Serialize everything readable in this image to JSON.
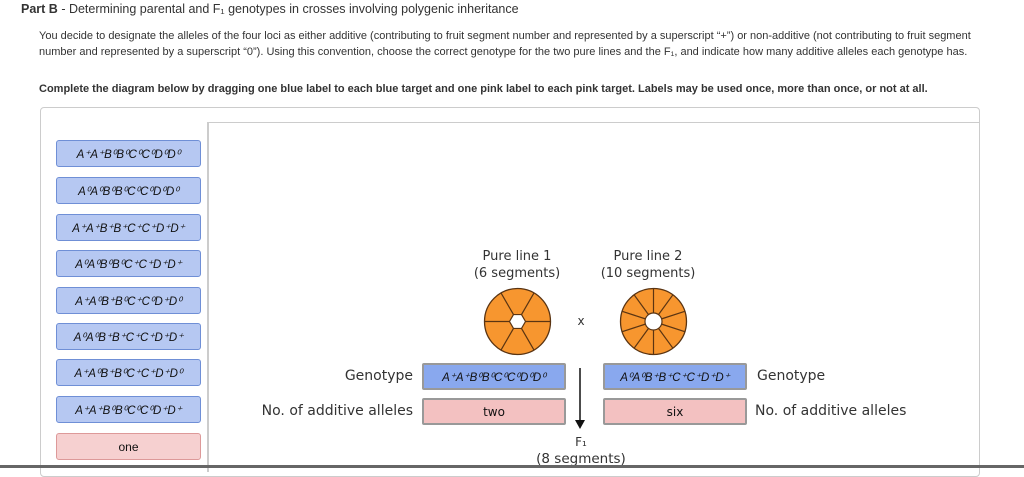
{
  "header": {
    "part": "Part B",
    "title": "- Determining parental and F₁ genotypes in crosses involving polygenic inheritance"
  },
  "intro": "You decide to designate the alleles of the four loci as either additive (contributing to fruit segment number and represented by a superscript “+”) or non-additive (not contributing to fruit segment number and represented by a superscript “0”). Using this convention, choose the correct genotype for the two pure lines and the F₁, and indicate how many additive alleles each genotype has.",
  "instruction": "Complete the diagram below by dragging one blue label to each blue target and one pink label to each pink target. Labels may be used once, more than once, or not at all.",
  "palette": {
    "blue_labels": [
      "A⁺A⁺B⁰B⁰C⁰C⁰D⁰D⁰",
      "A⁰A⁰B⁰B⁰C⁰C⁰D⁰D⁰",
      "A⁺A⁺B⁺B⁺C⁺C⁺D⁺D⁺",
      "A⁰A⁰B⁰B⁰C⁺C⁺D⁺D⁺",
      "A⁺A⁰B⁺B⁰C⁺C⁰D⁺D⁰",
      "A⁰A⁰B⁺B⁺C⁺C⁺D⁺D⁺",
      "A⁺A⁰B⁺B⁰C⁺C⁺D⁺D⁰",
      "A⁺A⁺B⁰B⁰C⁰C⁰D⁺D⁺"
    ],
    "pink_labels": [
      "one"
    ]
  },
  "diagram": {
    "pure_line_1": {
      "title": "Pure line 1",
      "segments": "(6 segments)",
      "segment_count": 6
    },
    "pure_line_2": {
      "title": "Pure line 2",
      "segments": "(10 segments)",
      "segment_count": 10
    },
    "cross_symbol": "x",
    "genotype_label": "Genotype",
    "alleles_label": "No. of additive alleles",
    "targets": {
      "genotype_1": "A⁺A⁺B⁰B⁰C⁰C⁰D⁰D⁰",
      "genotype_2": "A⁰A⁰B⁺B⁺C⁺C⁺D⁺D⁺",
      "alleles_1": "two",
      "alleles_2": "six"
    },
    "f1": {
      "title": "F₁",
      "segments": "(8 segments)"
    }
  },
  "colors": {
    "blue_label": "#b6c8f2",
    "blue_target": "#89a8ee",
    "pink_label": "#f6d0d0",
    "pink_target": "#f3c1c1",
    "fruit": "#f7962f"
  }
}
